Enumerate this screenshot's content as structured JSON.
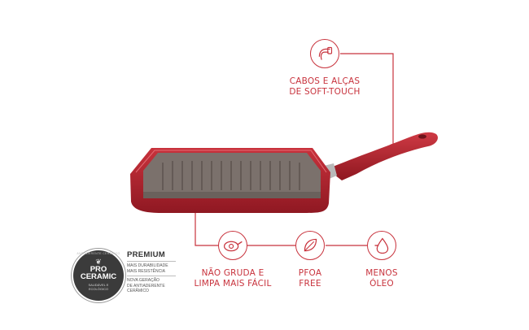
{
  "features": [
    {
      "icon": "soft-touch-handle-icon",
      "line1": "CABOS E ALÇAS",
      "line2": "DE SOFT-TOUCH"
    },
    {
      "icon": "egg-pan-icon",
      "line1": "NÃO GRUDA E",
      "line2": "LIMPA MAIS FÁCIL"
    },
    {
      "icon": "leaf-icon",
      "line1": "PFOA",
      "line2": "FREE"
    },
    {
      "icon": "oil-drop-icon",
      "line1": "MENOS",
      "line2": "ÓLEO"
    }
  ],
  "badge": {
    "ring_text": "ANTIADERENTE CERÂMICO",
    "line1": "PRO",
    "line2": "CERAMIC",
    "line3": "SAUDÁVEL E",
    "line4": "ECOLÓGICO"
  },
  "premium": {
    "title": "PREMIUM",
    "row1": "MAIS DURABILIDADE",
    "row2": "MAIS RESISTÊNCIA",
    "row3": "NOVA GERAÇÃO",
    "row4": "DE ANTIADERENTE",
    "row5": "CERÂMICO"
  },
  "colors": {
    "accent": "#c8333d",
    "pan_body": "#b5242e",
    "pan_surface": "#7b716c",
    "badge_bg": "#3b3b3b"
  }
}
